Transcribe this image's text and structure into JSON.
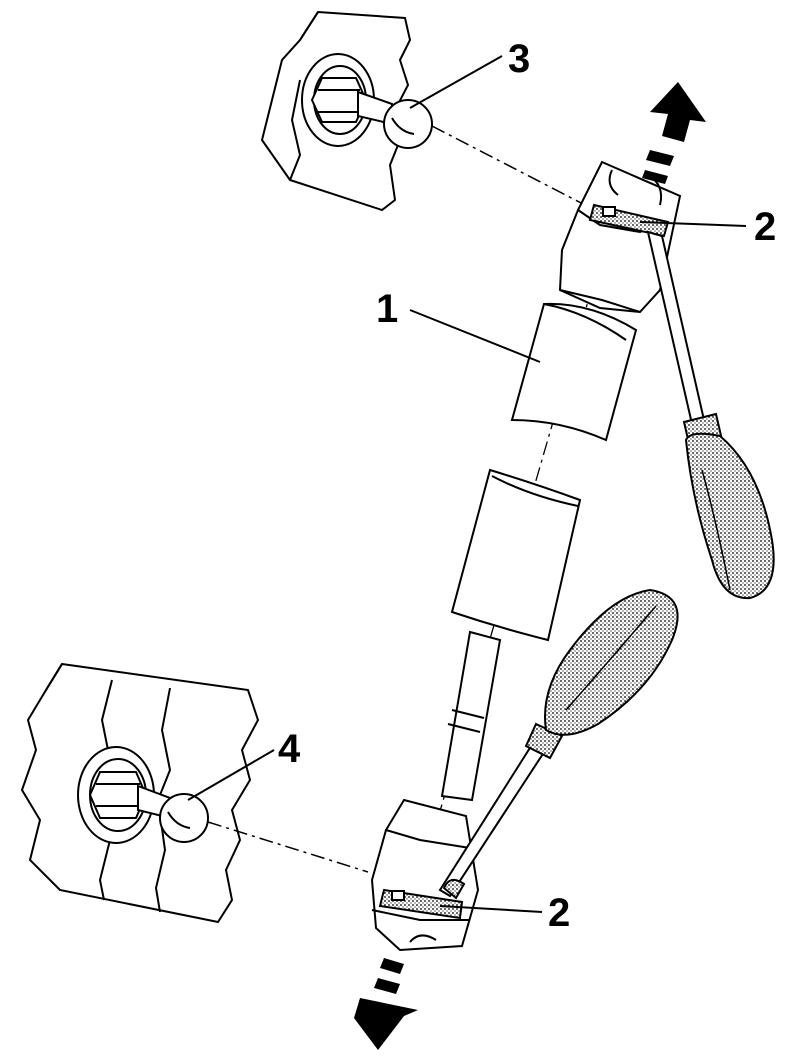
{
  "callouts": {
    "damper_sleeve": "1",
    "retaining_clip_upper": "2",
    "retaining_clip_lower": "2",
    "upper_ball_stud": "3",
    "lower_ball_stud": "4"
  },
  "colors": {
    "ink": "#000000",
    "paper": "#ffffff",
    "stipple": "#9a9a9a"
  }
}
